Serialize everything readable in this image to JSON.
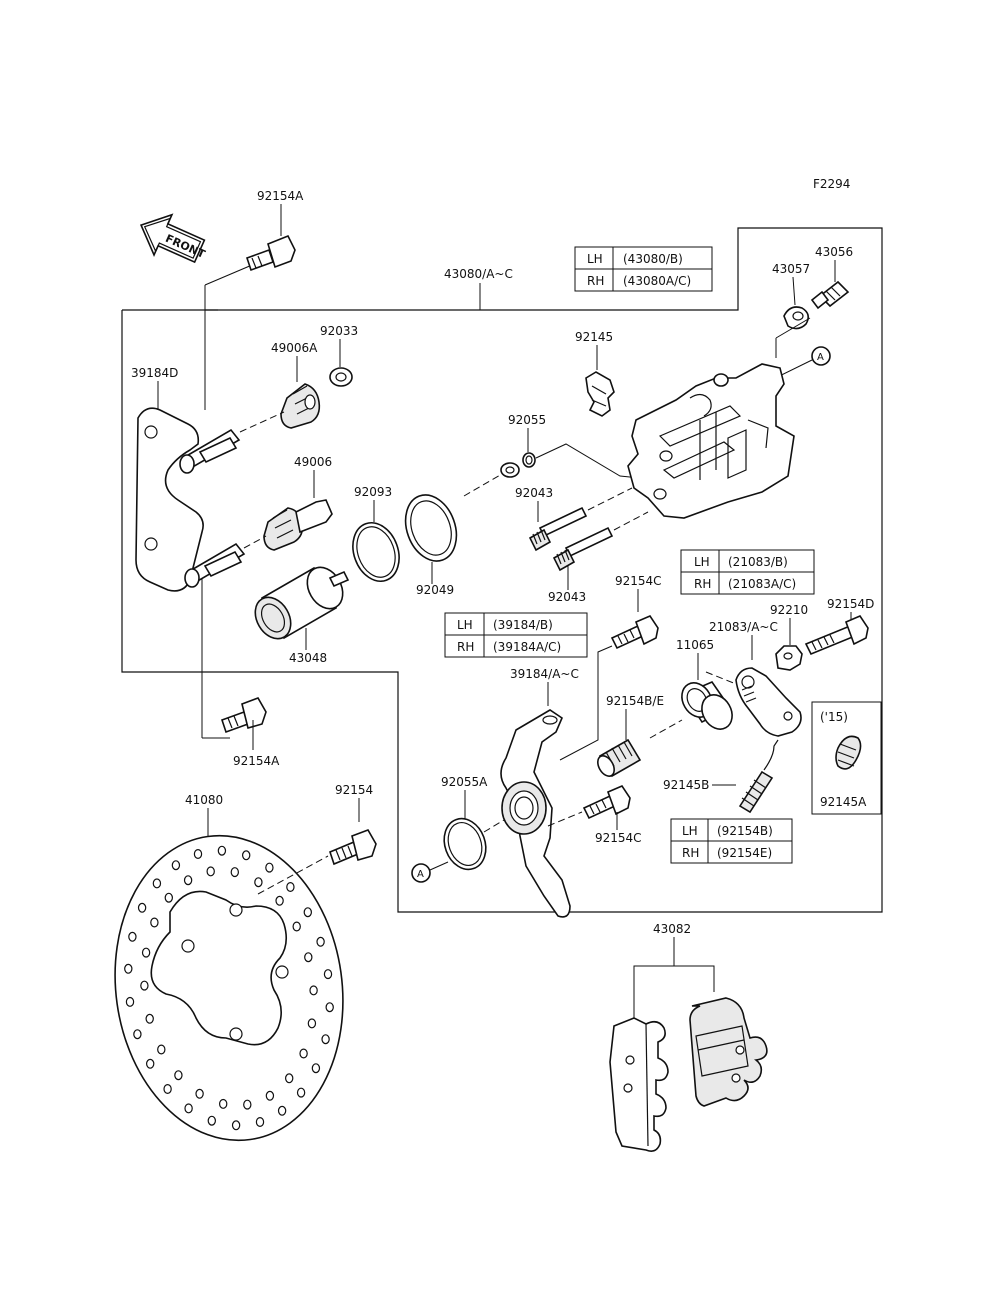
{
  "figure_id": "F2294",
  "front_label": "FRONT",
  "callout_letter": "A",
  "labels": {
    "p92154A_top": "92154A",
    "p43080": "43080/A~C",
    "p43056": "43056",
    "p43057": "43057",
    "p92033": "92033",
    "p49006A": "49006A",
    "p39184D": "39184D",
    "p92145": "92145",
    "p92055": "92055",
    "p49006": "49006",
    "p92093": "92093",
    "p92043_a": "92043",
    "p92049": "92049",
    "p92043_b": "92043",
    "p43048": "43048",
    "p92154C_a": "92154C",
    "p92154D": "92154D",
    "p92210": "92210",
    "p21083": "21083/A~C",
    "p11065": "11065",
    "p39184AC": "39184/A~C",
    "p92154BE": "92154B/E",
    "p15": "('15)",
    "p92055A": "92055A",
    "p92145B": "92145B",
    "p92145A": "92145A",
    "p92154C_b": "92154C",
    "p92154A_bottom": "92154A",
    "p41080": "41080",
    "p92154": "92154",
    "p43082": "43082"
  },
  "tables": {
    "caliper": [
      [
        "LH",
        "(43080/B)"
      ],
      [
        "RH",
        "(43080A/C)"
      ]
    ],
    "lever": [
      [
        "LH",
        "(21083/B)"
      ],
      [
        "RH",
        "(21083A/C)"
      ]
    ],
    "holder": [
      [
        "LH",
        "(39184/B)"
      ],
      [
        "RH",
        "(39184A/C)"
      ]
    ],
    "bolt": [
      [
        "LH",
        "(92154B)"
      ],
      [
        "RH",
        "(92154E)"
      ]
    ]
  }
}
